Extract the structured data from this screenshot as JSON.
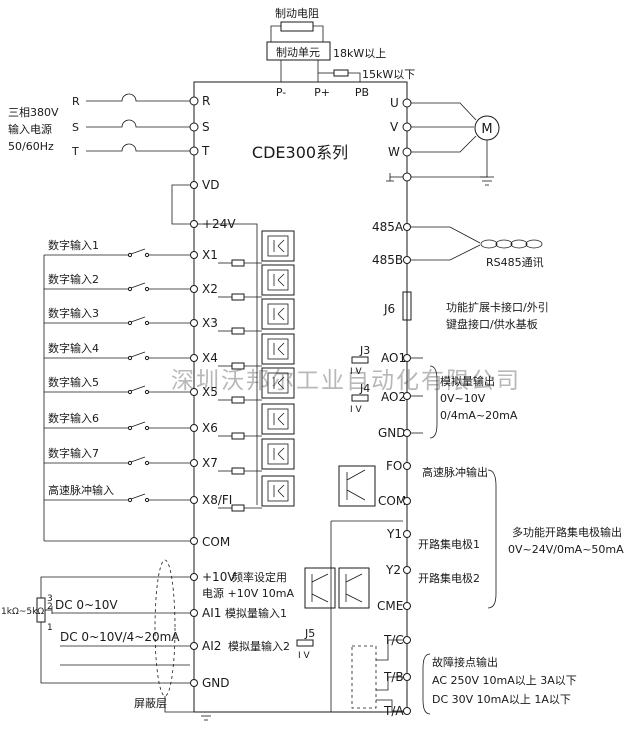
{
  "labels": {
    "brake_resistor": "制动电阻",
    "brake_unit": "制动单元",
    "brake_18kw": "18kW以上",
    "brake_15kw": "15kW以下",
    "p_minus": "P-",
    "p_plus": "P+",
    "pb": "PB",
    "supply_line1": "三相380V",
    "supply_line2": "输入电源",
    "supply_line3": "50/60Hz",
    "in_r": "R",
    "in_s": "S",
    "in_t": "T",
    "out_u": "U",
    "out_v": "V",
    "out_w": "W",
    "motor": "M",
    "model": "CDE300系列",
    "vd": "VD",
    "p24v": "+24V",
    "x1": "X1",
    "x2": "X2",
    "x3": "X3",
    "x4": "X4",
    "x5": "X5",
    "x6": "X6",
    "x7": "X7",
    "x8": "X8/FI",
    "com": "COM",
    "di1": "数字输入1",
    "di2": "数字输入2",
    "di3": "数字输入3",
    "di4": "数字输入4",
    "di5": "数字输入5",
    "di6": "数字输入6",
    "di7": "数字输入7",
    "hs_pulse_in": "高速脉冲输入",
    "t485a": "485A",
    "t485b": "485B",
    "rs485": "RS485通讯",
    "j6": "J6",
    "ext_line1": "功能扩展卡接口/外引",
    "ext_line2": "键盘接口/供水基板",
    "j3": "J3",
    "j4": "J4",
    "j5": "J5",
    "iv": "I  V",
    "ao1": "AO1",
    "ao2": "AO2",
    "gnd": "GND",
    "analog_out": "模拟量输出",
    "ao_v": "0V~10V",
    "ao_i": "0/4mA~20mA",
    "fo": "FO",
    "hs_pulse_out": "高速脉冲输出",
    "y1": "Y1",
    "y2": "Y2",
    "cme": "CME",
    "oc1": "开路集电极1",
    "oc2": "开路集电极2",
    "multi_oc_out": "多功能开路集电极输出",
    "multi_oc_range": "0V~24V/0mA~50mA",
    "p10v": "+10V",
    "freq_set": "频率设定用",
    "supply_10v": "电源  +10V 10mA",
    "ai1": "AI1",
    "ai1_desc": "模拟量输入1",
    "ai2": "AI2",
    "ai2_desc": "模拟量输入2",
    "pot": "1kΩ~5kΩ",
    "pot_3": "3",
    "pot_2": "2",
    "pot_1": "1",
    "dc_010v": "DC 0~10V",
    "dc_010v_420ma": "DC 0~10V/4~20mA",
    "shield": "屏蔽层",
    "tc": "T/C",
    "tb": "T/B",
    "ta": "T/A",
    "fault_out": "故障接点输出",
    "ac_rating": "AC 250V 10mA以上  3A以下",
    "dc_rating": "DC 30V   10mA以上 1A以下",
    "watermark": "深圳沃邦尔工业自动化有限公司"
  }
}
